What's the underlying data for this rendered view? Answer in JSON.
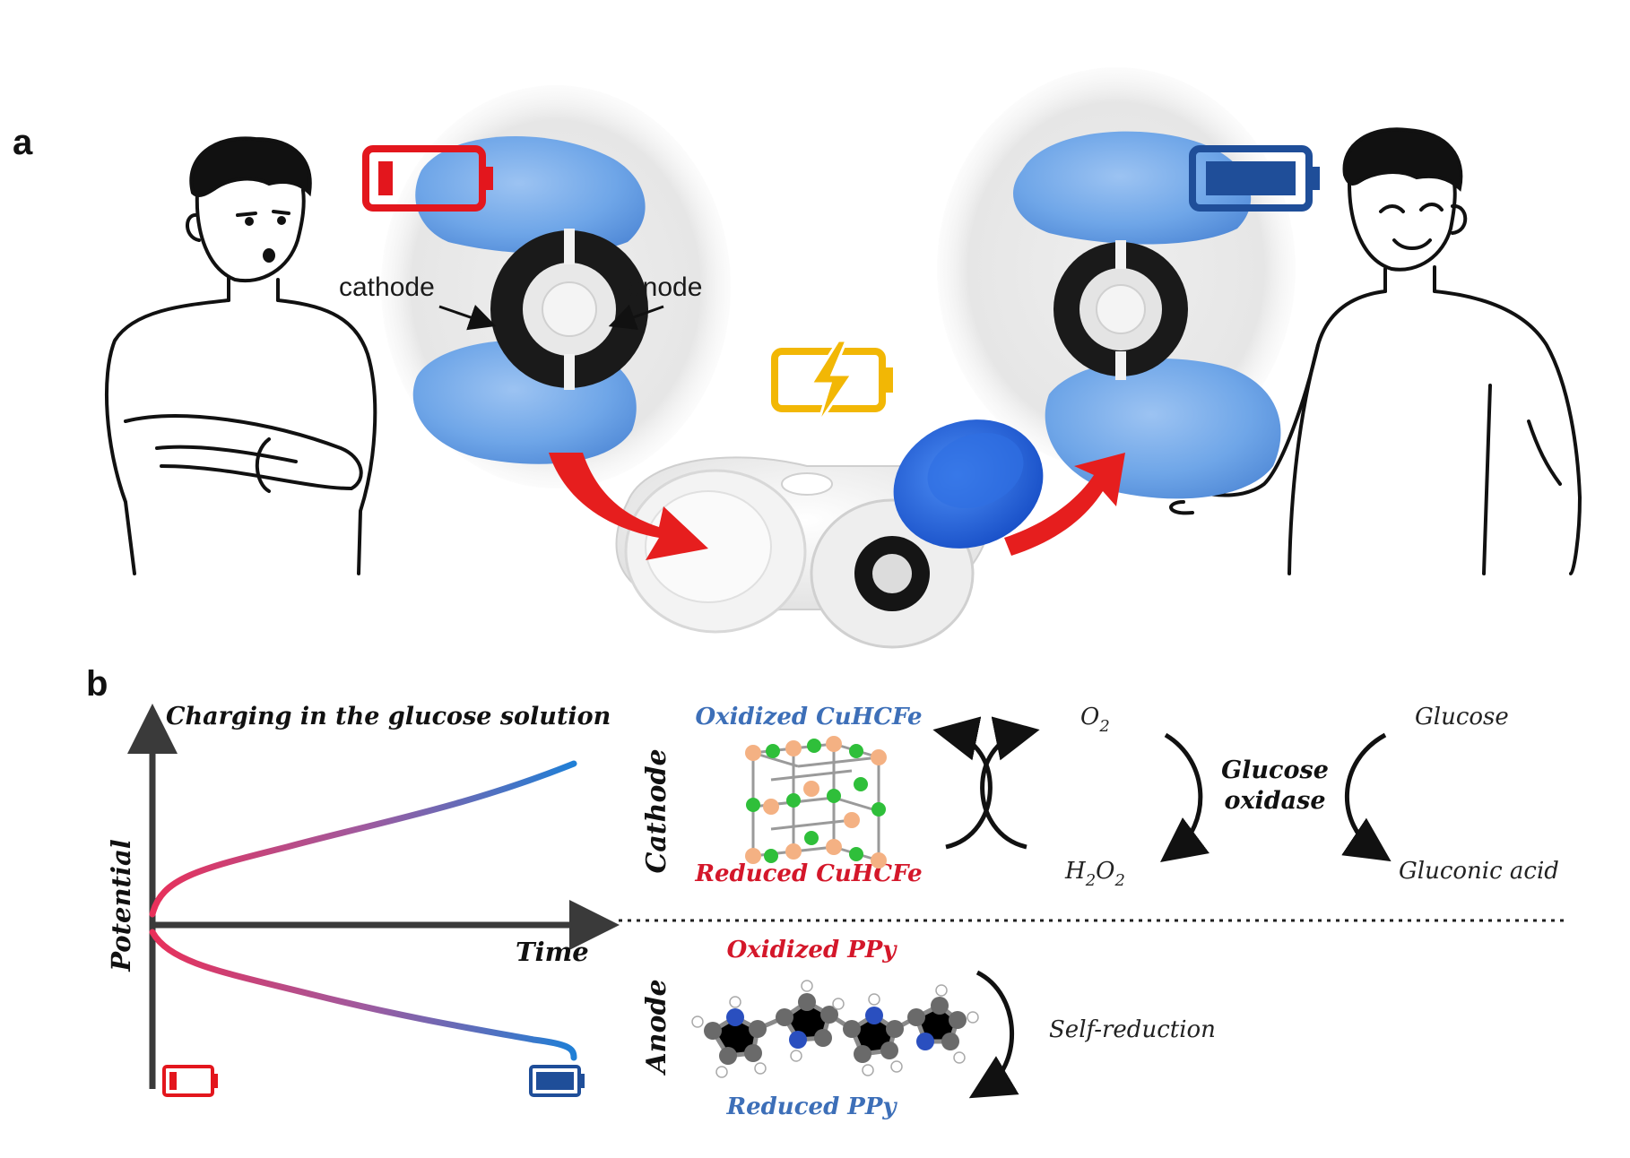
{
  "panels": {
    "a": "a",
    "b": "b"
  },
  "panel_a": {
    "cathode_label": "cathode",
    "anode_label": "anode"
  },
  "graph": {
    "title": "Charging in the glucose solution",
    "ylabel": "Potential",
    "xlabel": "Time"
  },
  "cathode": {
    "side_label": "Cathode",
    "oxidized": "Oxidized CuHCFe",
    "reduced": "Reduced CuHCFe",
    "o2": "O",
    "o2_sub": "2",
    "h2o2_h": "H",
    "h2o2_sub1": "2",
    "h2o2_o": "O",
    "h2o2_sub2": "2",
    "enzyme_line1": "Glucose",
    "enzyme_line2": "oxidase",
    "substrate": "Glucose",
    "product": "Gluconic acid"
  },
  "anode": {
    "side_label": "Anode",
    "oxidized": "Oxidized PPy",
    "reduced": "Reduced PPy",
    "process": "Self-reduction"
  },
  "colors": {
    "battery_low": "#e3161d",
    "battery_full": "#1f4e99",
    "battery_charging": "#f2b705",
    "oxidized_cathode": "#3d6fb8",
    "reduced_cathode": "#d4172a",
    "oxidized_anode": "#d4172a",
    "reduced_anode": "#3d6fb8",
    "curve_start": "#e8305a",
    "curve_end": "#1f7fd6",
    "glove": "#6fa6e8"
  },
  "icons": [
    "battery-low-icon",
    "battery-full-icon",
    "battery-charging-icon",
    "red-arrow-icon"
  ]
}
